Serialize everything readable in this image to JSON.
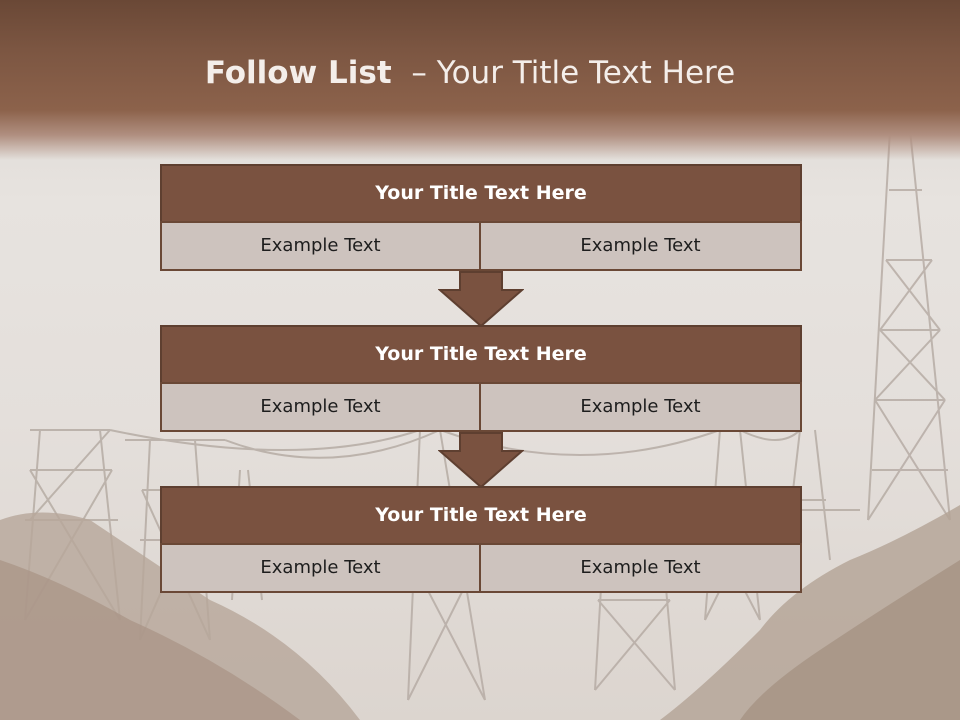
{
  "title": {
    "bold": "Follow List",
    "rest": "– Your Title Text Here"
  },
  "blocks": [
    {
      "title": "Your Title Text Here",
      "left": "Example Text",
      "right": "Example Text"
    },
    {
      "title": "Your Title Text Here",
      "left": "Example Text",
      "right": "Example Text"
    },
    {
      "title": "Your Title Text Here",
      "left": "Example Text",
      "right": "Example Text"
    }
  ],
  "colors": {
    "header": "#7c5642",
    "box_title": "#7a5240",
    "box_cell": "#cdc3be",
    "arrow": "#7a5240"
  }
}
